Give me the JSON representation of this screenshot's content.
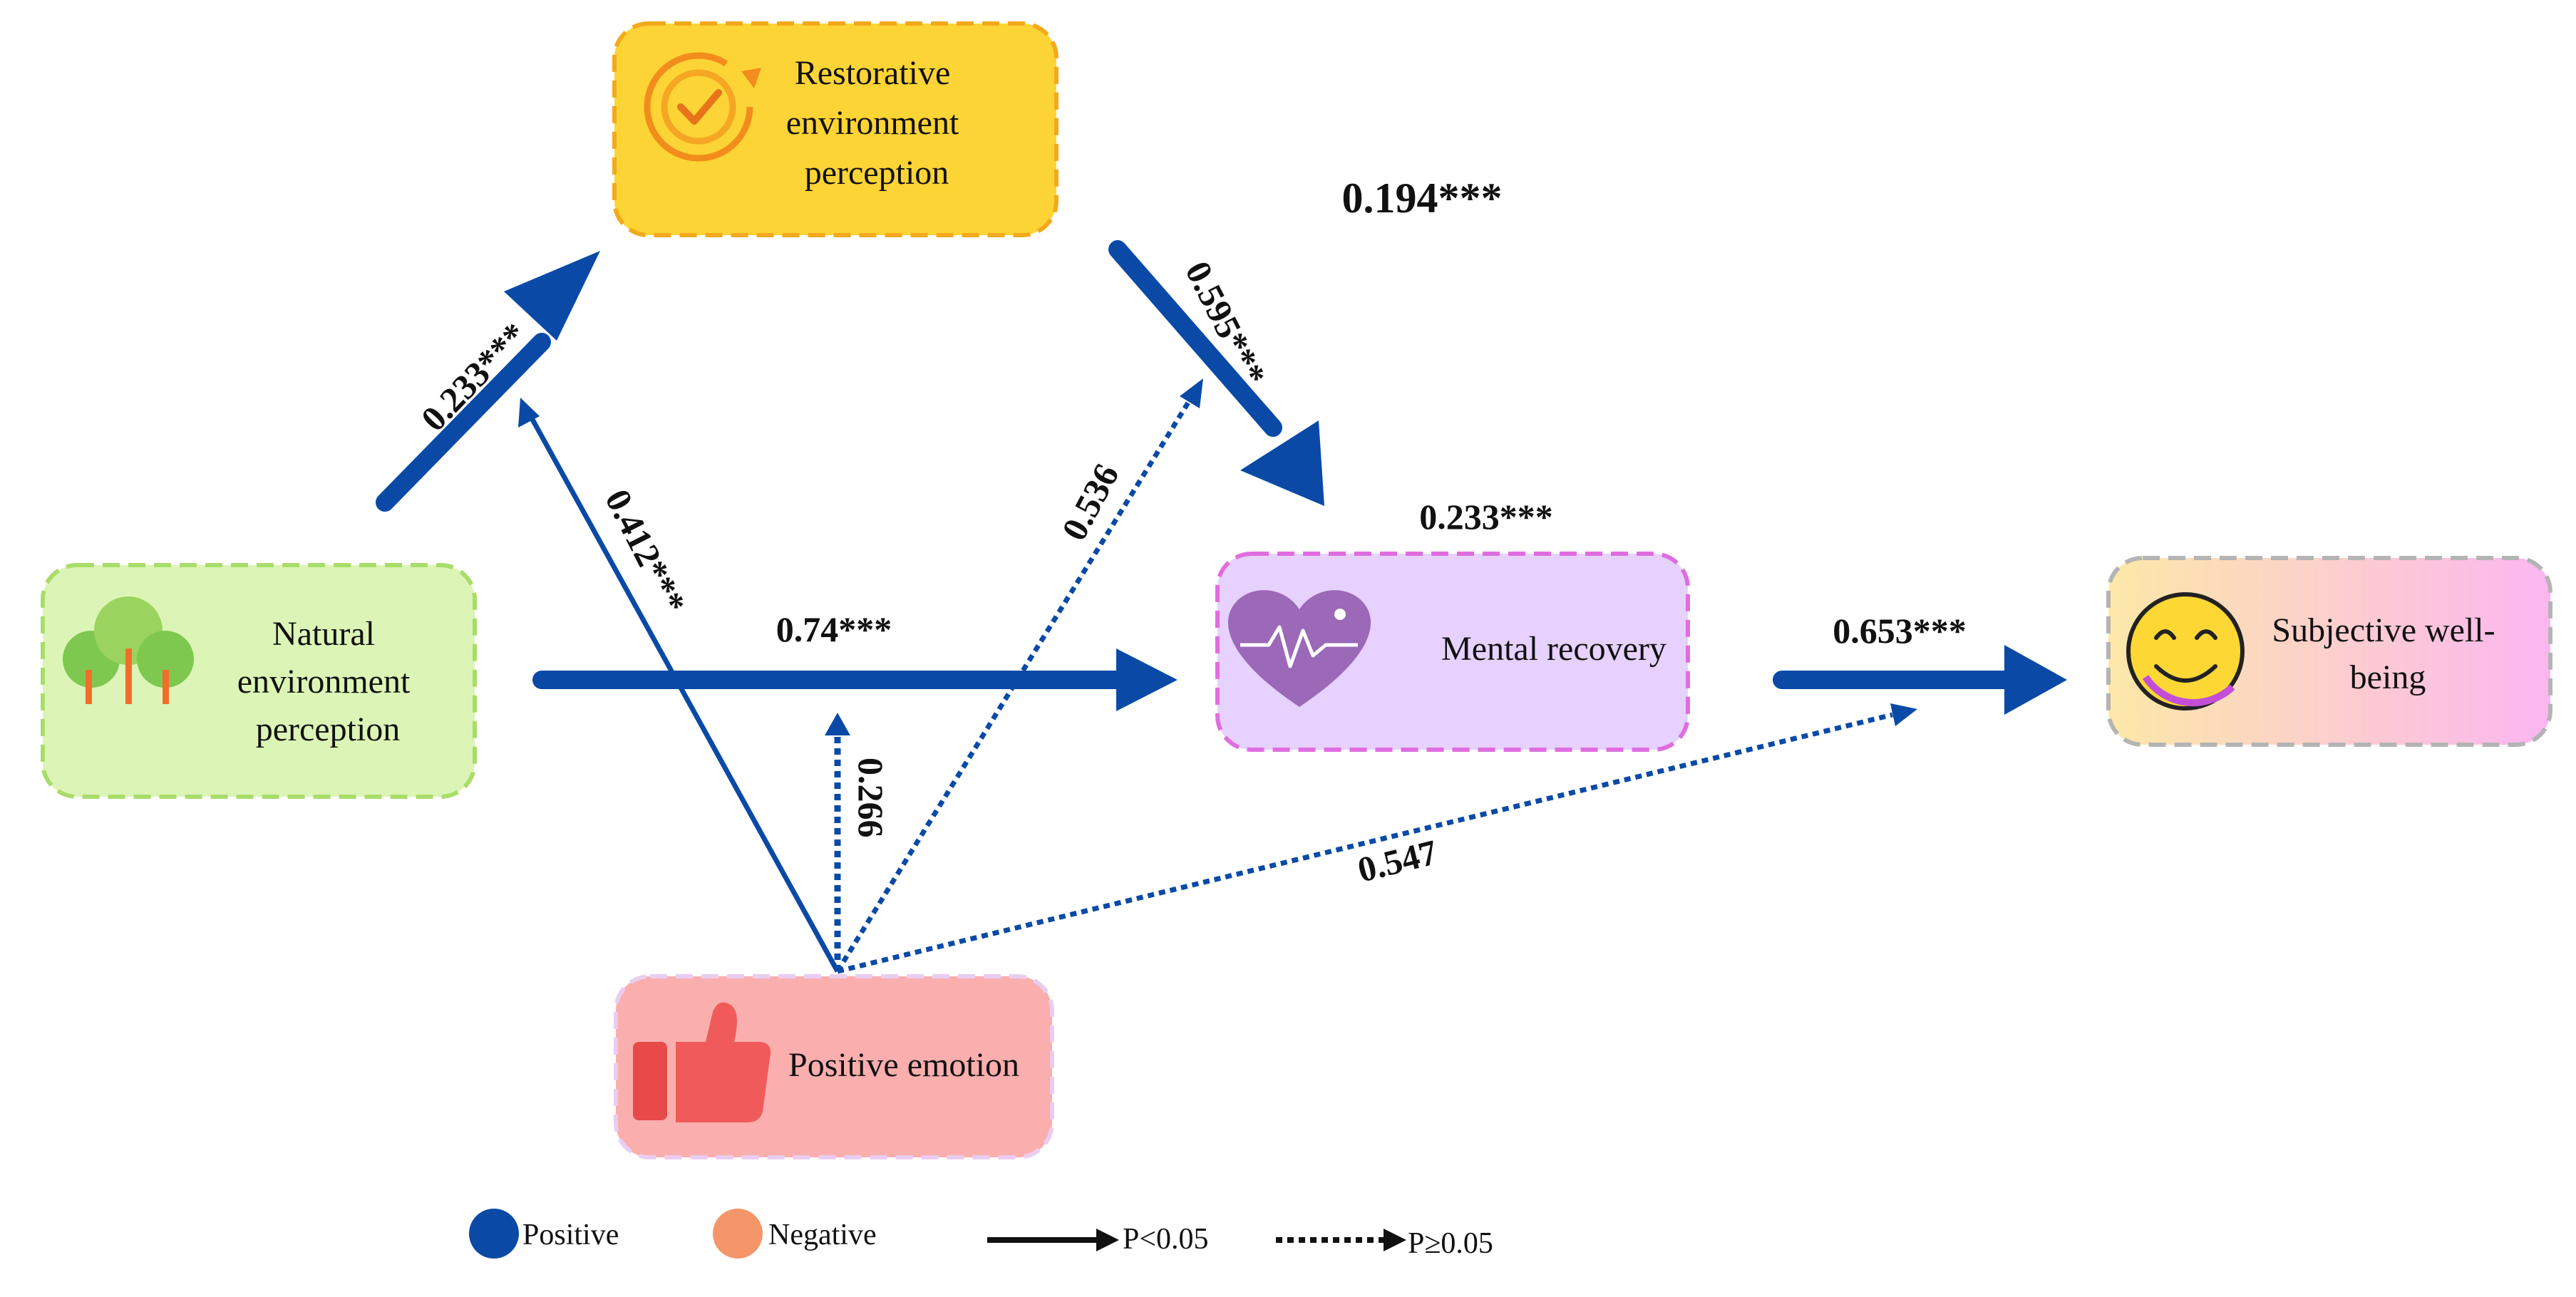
{
  "colors": {
    "path_blue": "#0a4aa6",
    "positive_dot": "#0a4aa6",
    "negative_dot": "#f4966a",
    "natural_fill": "#dcf5b6",
    "natural_border": "#a9dd6a",
    "restorative_fill": "#fdd435",
    "restorative_border": "#f2a91c",
    "mental_fill": "#e6d1ff",
    "mental_border": "#e06de0",
    "swb_fill_left": "#fde8a8",
    "swb_fill_right": "#fbb6f1",
    "swb_border": "#b4b4b4",
    "positive_emotion_fill": "#fbaeae",
    "positive_emotion_border": "#e9cdf0"
  },
  "nodes": {
    "natural": {
      "lines": [
        "Natural",
        "environment",
        "perception"
      ],
      "icon": "trees-icon"
    },
    "restorative": {
      "lines": [
        "Restorative",
        "environment",
        "perception"
      ],
      "icon": "restore-cycle-icon"
    },
    "mental": {
      "lines": [
        "Mental recovery"
      ],
      "icon": "heart-pulse-icon"
    },
    "swb": {
      "lines": [
        "Subjective well-",
        "being"
      ],
      "icon": "smiley-icon"
    },
    "positive_emotion": {
      "lines": [
        "Positive emotion"
      ],
      "icon": "thumbs-up-icon"
    }
  },
  "paths": {
    "natural_to_restorative": {
      "label": "0.233***",
      "significant": true
    },
    "restorative_to_mental": {
      "label": "0.595***",
      "significant": true
    },
    "natural_to_mental": {
      "label": "0.74***",
      "significant": true
    },
    "mental_to_swb": {
      "label": "0.653***",
      "significant": true
    },
    "emotion_to_natural_restorative": {
      "label": "0.412***",
      "significant": true
    },
    "emotion_to_restorative_mental": {
      "label": "0.536",
      "significant": false
    },
    "emotion_to_natural_mental": {
      "label": "0.266",
      "significant": false
    },
    "emotion_to_mental_swb": {
      "label": "0.547",
      "significant": false
    }
  },
  "extra_labels": {
    "restorative_r2": "0.194***",
    "mental_r2": "0.233***"
  },
  "legend": {
    "positive": "Positive",
    "negative": "Negative",
    "solid": "P<0.05",
    "dotted": "P≥0.05"
  }
}
